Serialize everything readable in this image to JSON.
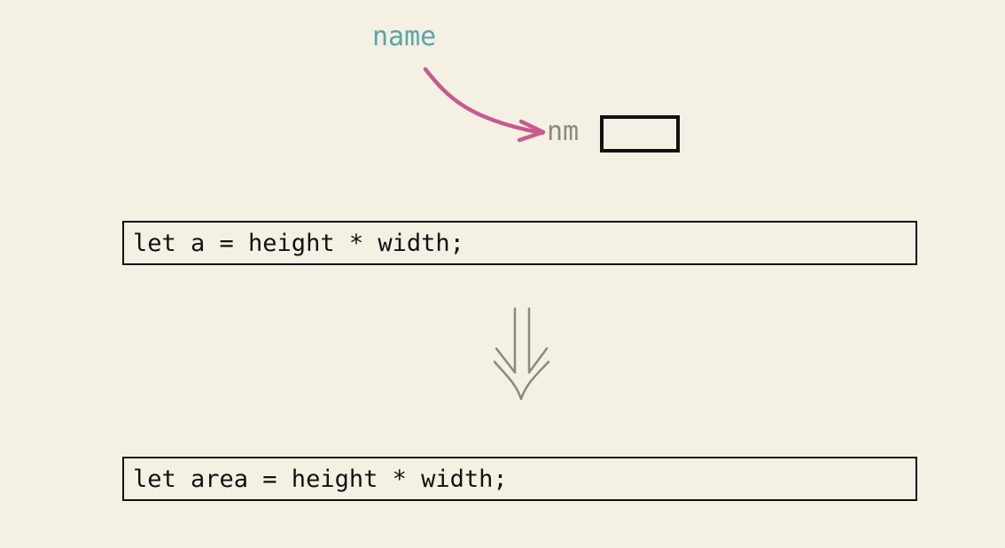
{
  "rename": {
    "full_name": "name",
    "abbreviation": "nm"
  },
  "code": {
    "before": "let a = height * width;",
    "after": "let area = height * width;"
  },
  "colors": {
    "background": "#f4f0e4",
    "name_text": "#5aa5a8",
    "arrow": "#c75a8c",
    "muted": "#8a8a7e",
    "box_border": "#111111"
  },
  "icons": {
    "rename_arrow": "curved-arrow-icon",
    "transform_arrow": "double-down-arrow-icon"
  }
}
